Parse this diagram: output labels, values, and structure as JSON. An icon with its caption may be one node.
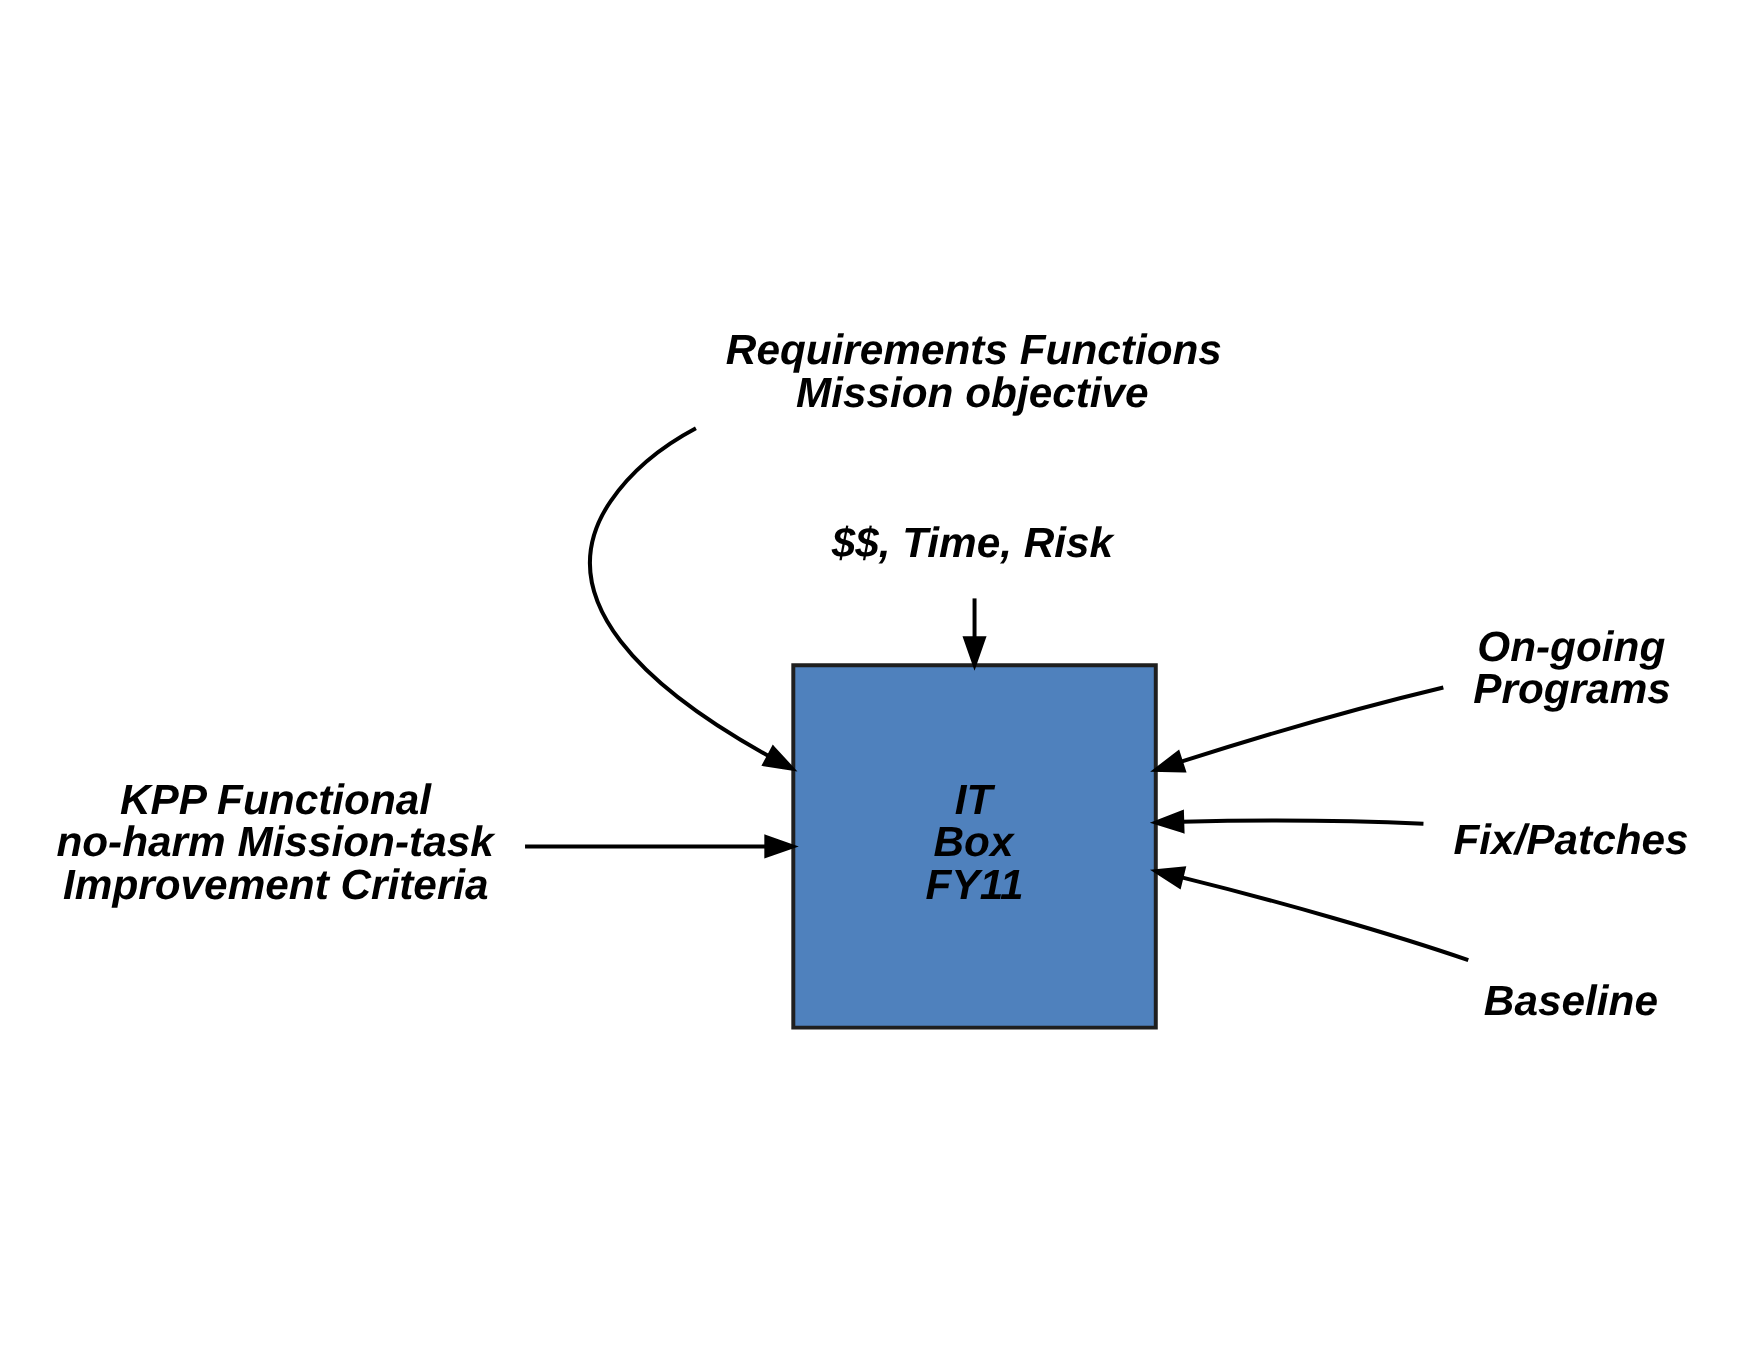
{
  "diagram": {
    "nodes": [
      {
        "text": [
          "Requirements Functions Mission objective"
        ]
      },
      {
        "text": [
          "KPP Functional no-harm Mission-task Improvement Criteria"
        ]
      },
      {
        "text": [
          "IT Box FY11"
        ]
      },
      {
        "text": [
          "On-going Programs"
        ]
      },
      {
        "text": [
          "Fix/Patches"
        ]
      },
      {
        "text": [
          "Baseline"
        ]
      },
      {
        "text": [
          "$$, Time, Risk"
        ]
      }
    ],
    "edges": [
      {
        "from": 0,
        "to": 2,
        "arrow": "to"
      },
      {
        "from": 1,
        "to": 2,
        "arrow": "to"
      },
      {
        "from": 3,
        "to": 2,
        "arrow": "to"
      },
      {
        "from": 4,
        "to": 2,
        "arrow": "to"
      },
      {
        "from": 5,
        "to": 2,
        "arrow": "to"
      },
      {
        "from": 6,
        "to": 2,
        "arrow": "to"
      }
    ]
  }
}
